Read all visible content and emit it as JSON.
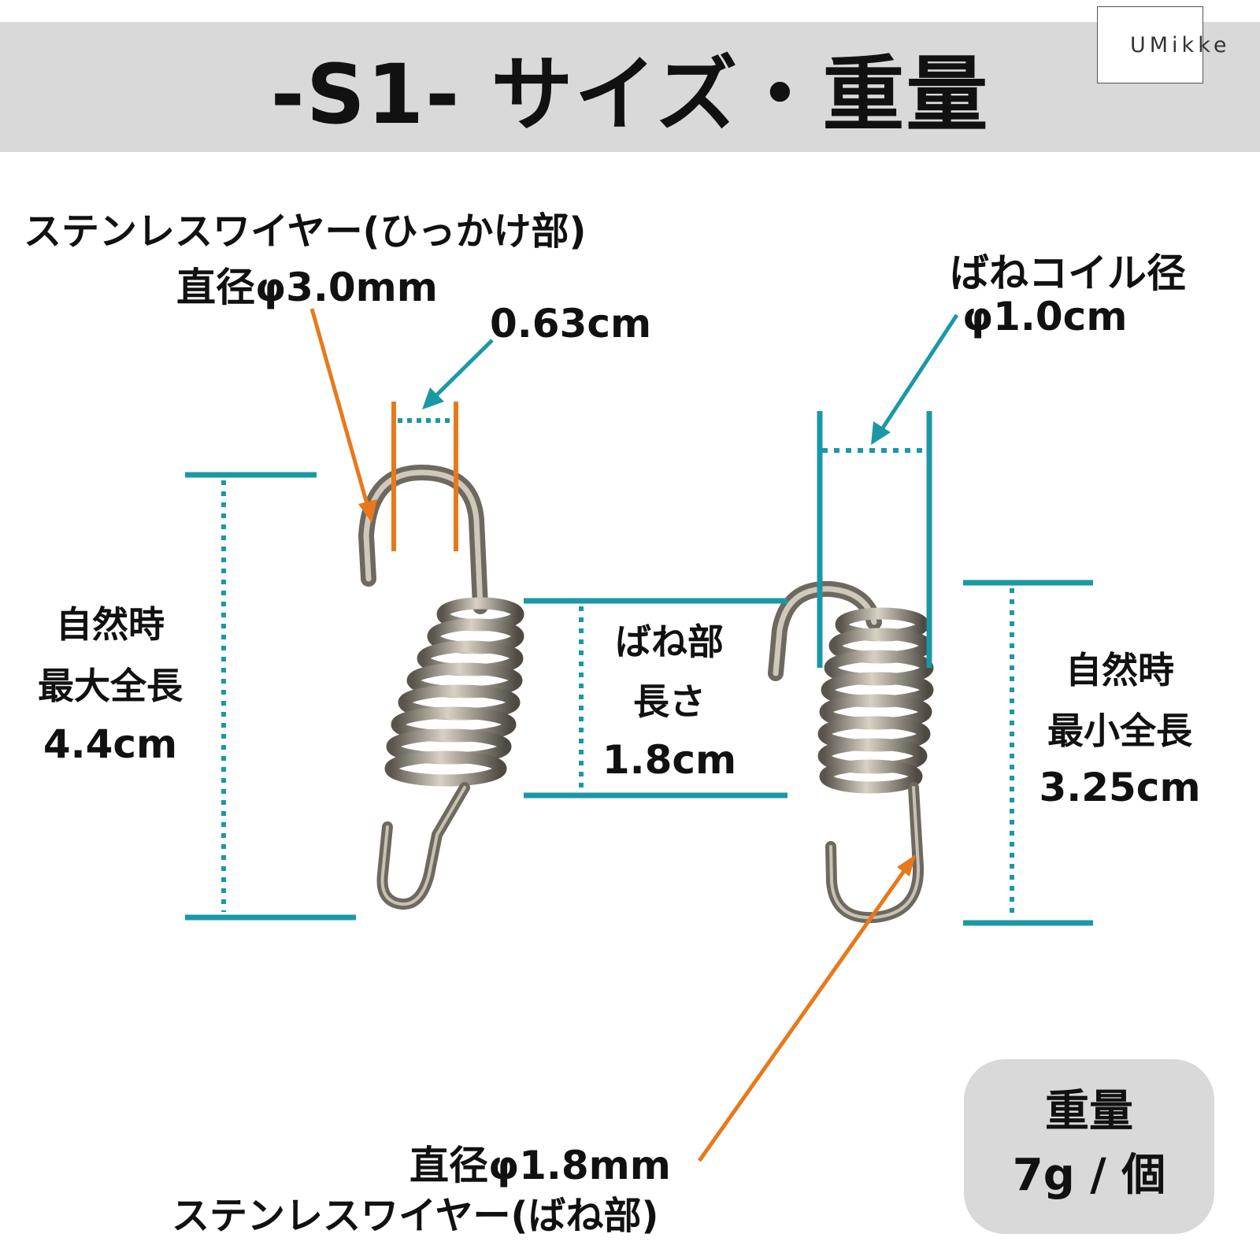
{
  "header": {
    "title": "-S1- サイズ・重量",
    "brand": "UMikke"
  },
  "colors": {
    "banner": "#d9d9d9",
    "dimension_line": "#1b98a5",
    "pointer_arrow": "#e8791b",
    "spring_metal": "#8a8377"
  },
  "annotations": {
    "hook_wire_name": "ステンレスワイヤー(ひっかけ部)",
    "hook_wire_diameter": "直径φ3.0mm",
    "hook_gap": "0.63cm",
    "coil_diameter_label": "ばねコイル径",
    "coil_diameter_value": "φ1.0cm",
    "max_length": {
      "line1": "自然時",
      "line2": "最大全長",
      "value": "4.4cm"
    },
    "spring_length": {
      "line1": "ばね部",
      "line2": "長さ",
      "value": "1.8cm"
    },
    "min_length": {
      "line1": "自然時",
      "line2": "最小全長",
      "value": "3.25cm"
    },
    "spring_wire_diameter": "直径φ1.8mm",
    "spring_wire_name": "ステンレスワイヤー(ばね部)"
  },
  "weight": {
    "label": "重量",
    "value": "7g / 個"
  }
}
